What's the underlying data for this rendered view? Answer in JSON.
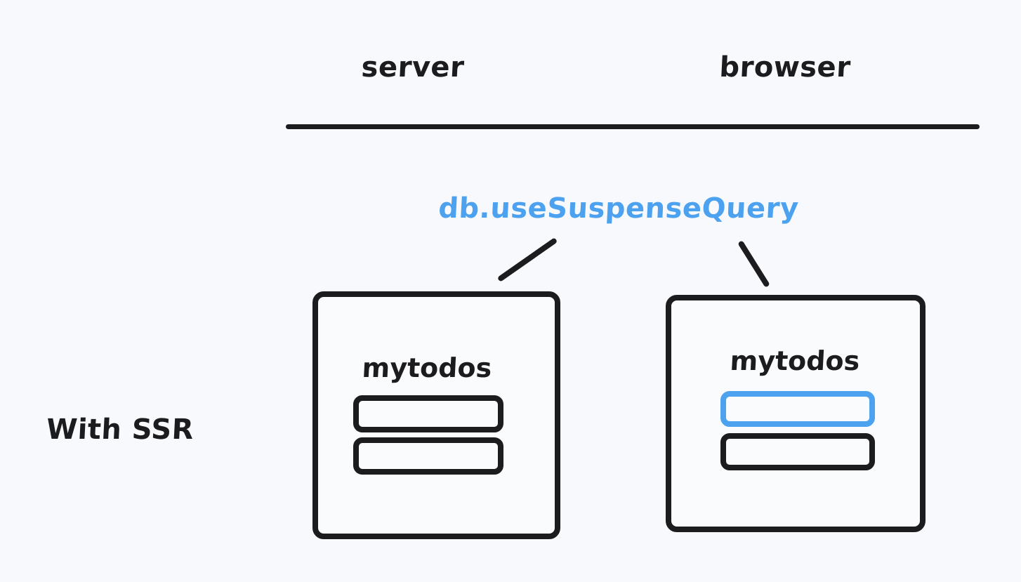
{
  "diagram": {
    "title": "With SSR",
    "background_color": "#f7f9fc",
    "ink_color": "#1c1c1e",
    "accent_color": "#4da2f0",
    "row_label": "With SSR",
    "columns": [
      {
        "id": "server",
        "label": "server"
      },
      {
        "id": "browser",
        "label": "browser"
      }
    ],
    "annotation": {
      "label": "db.useSuspenseQuery",
      "color": "#4da2f0",
      "points_to": [
        "server",
        "browser"
      ]
    },
    "panels": [
      {
        "id": "server-panel",
        "column": "server",
        "title": "mytodos",
        "items": [
          {
            "id": "server-todo-1",
            "state": "default",
            "color": "#1c1c1e"
          },
          {
            "id": "server-todo-2",
            "state": "default",
            "color": "#1c1c1e"
          }
        ]
      },
      {
        "id": "browser-panel",
        "column": "browser",
        "title": "mytodos",
        "items": [
          {
            "id": "browser-todo-1",
            "state": "highlighted",
            "color": "#4da2f0"
          },
          {
            "id": "browser-todo-2",
            "state": "default",
            "color": "#1c1c1e"
          }
        ]
      }
    ]
  }
}
